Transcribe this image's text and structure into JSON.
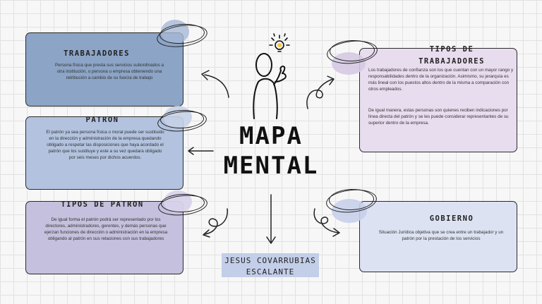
{
  "center": {
    "line1": "MAPA",
    "line2": "MENTAL"
  },
  "author": {
    "line1": "JESUS COVARRUBIAS",
    "line2": "ESCALANTE"
  },
  "cards": {
    "trabajadores": {
      "title": "TRABAJADORES",
      "body": "Persona física que presta sus servicios subordinados a otra institución, o persona u empresa obteniendo una retribución a cambio de su fuerza de trabajo"
    },
    "patron": {
      "title": "PATRON",
      "body": "El patrón ya sea persona física o moral puede ser sustituido en la dirección y administración de la empresa quedando obligado a respetar las disposiciones que haya acordado el patrón que los sustituye y este a su vez quedara obligado por seis meses por dichos acuerdos."
    },
    "tipos_patron": {
      "title": "TIPOS DE PATRON",
      "body": "De igual forma el patrón podrá ser representado por los directores, administradores, gerentes, y demás personas que ejerzan funciones de dirección o administración en la empresa obligando al patrón en sus relaciones con sus trabajadores"
    },
    "tipos_trabajadores": {
      "title_line1": "TIPOS DE",
      "title_line2": "TRABAJADORES",
      "body1": "Los trabajadores de confianza son los que cuentan con un mayor rango y responsabilidades dentro de la organización. Asimismo, su jerarquía es más lineal con los puestos altos dentro de la misma a comparación con otros empleados.",
      "body2": "De igual manera, estas personas son quienes reciben indicaciones por línea directa del patrón y se les puede considerar representantes de su superior dentro de la empresa."
    },
    "gobierno": {
      "title": "GOBIERNO",
      "body": "Situación Jurídica objetiva que se crea entre un trabajador y un patrón por la prestación de los servicios"
    }
  },
  "colors": {
    "trabajadores": "#8ca4c6",
    "patron": "#b3c3df",
    "tipos_patron": "#c5c0dd",
    "tipos_trabajadores": "#e8dcef",
    "gobierno": "#dde2f3",
    "author_box": "#c3cee8"
  },
  "icons": [
    "person-with-idea-icon",
    "lightbulb-icon",
    "curved-arrow-icon",
    "down-arrow-icon"
  ]
}
